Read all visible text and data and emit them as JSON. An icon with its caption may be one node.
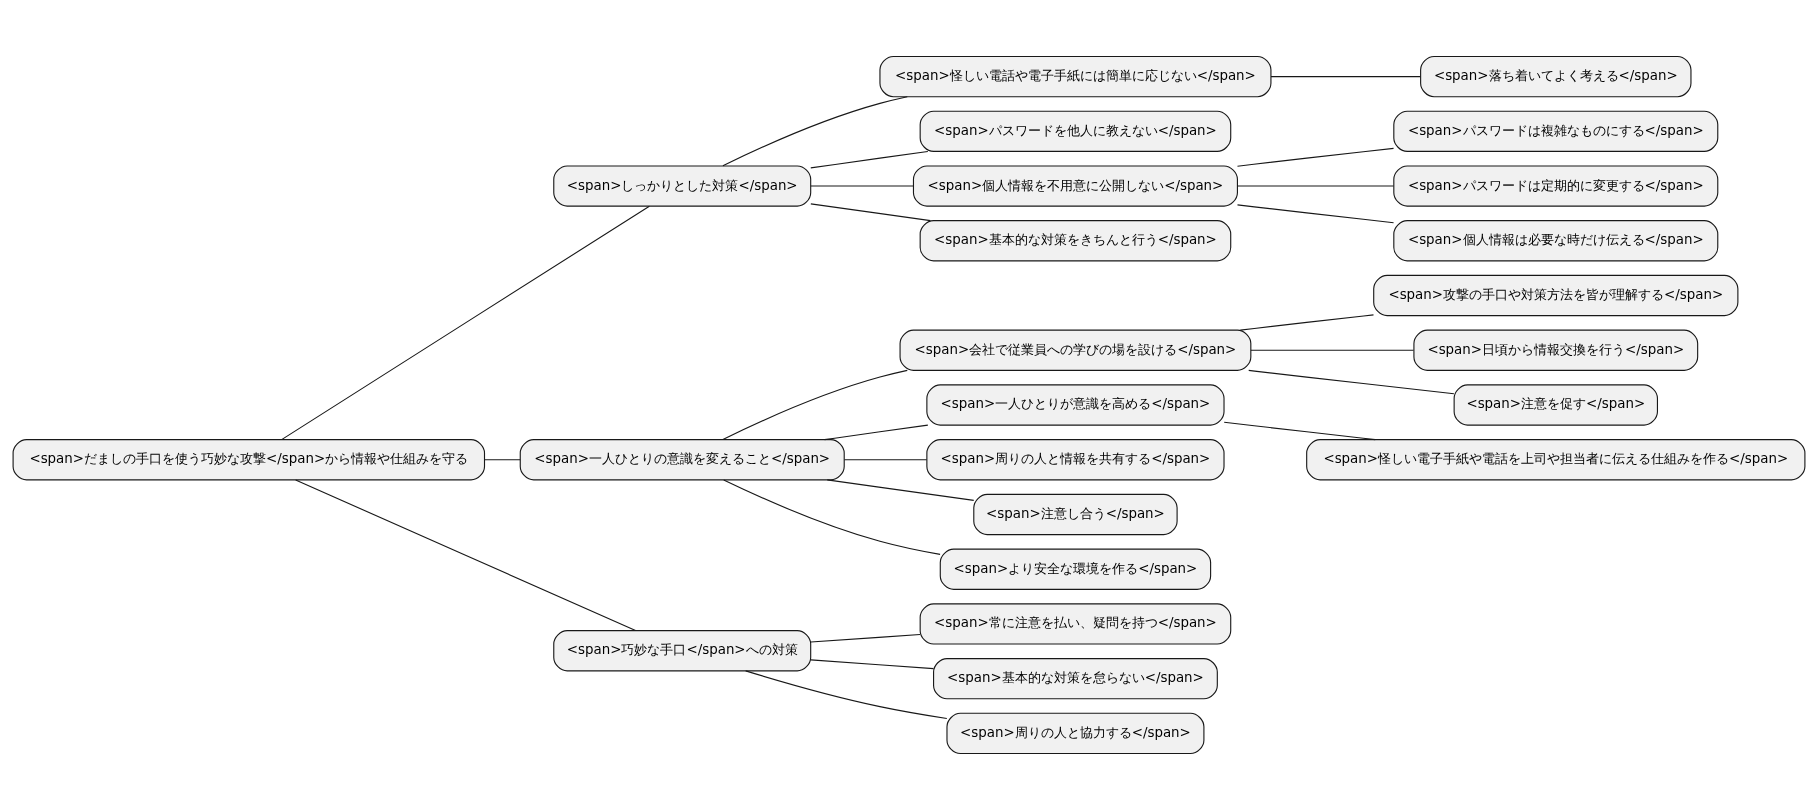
{
  "diagram": {
    "nodes": [
      {
        "text": [
          "<span>だましの手口を使う巧妙な攻撃</span>から情報や仕組みを守る"
        ]
      },
      {
        "text": [
          "<span>しっかりとした対策</span>"
        ]
      },
      {
        "text": [
          "<span>怪しい電話や電子手紙には簡単に応じない</span>"
        ]
      },
      {
        "text": [
          "<span>落ち着いてよく考える</span>"
        ]
      },
      {
        "text": [
          "<span>パスワードを他人に教えない</span>"
        ]
      },
      {
        "text": [
          "<span>個人情報を不用意に公開しない</span>"
        ]
      },
      {
        "text": [
          "<span>パスワードは複雑なものにする</span>"
        ]
      },
      {
        "text": [
          "<span>パスワードは定期的に変更する</span>"
        ]
      },
      {
        "text": [
          "<span>個人情報は必要な時だけ伝える</span>"
        ]
      },
      {
        "text": [
          "<span>基本的な対策をきちんと行う</span>"
        ]
      },
      {
        "text": [
          "<span>一人ひとりの意識を変えること</span>"
        ]
      },
      {
        "text": [
          "<span>会社で従業員への学びの場を設ける</span>"
        ]
      },
      {
        "text": [
          "<span>攻撃の手口や対策方法を皆が理解する</span>"
        ]
      },
      {
        "text": [
          "<span>日頃から情報交換を行う</span>"
        ]
      },
      {
        "text": [
          "<span>注意を促す</span>"
        ]
      },
      {
        "text": [
          "<span>一人ひとりが意識を高める</span>"
        ]
      },
      {
        "text": [
          "<span>怪しい電子手紙や電話を上司や担当者に伝える仕組みを作る</span>"
        ]
      },
      {
        "text": [
          "<span>周りの人と情報を共有する</span>"
        ]
      },
      {
        "text": [
          "<span>注意し合う</span>"
        ]
      },
      {
        "text": [
          "<span>より安全な環境を作る</span>"
        ]
      },
      {
        "text": [
          "<span>巧妙な手口</span>への対策"
        ]
      },
      {
        "text": [
          "<span>常に注意を払い、疑問を持つ</span>"
        ]
      },
      {
        "text": [
          "<span>基本的な対策を怠らない</span>"
        ]
      },
      {
        "text": [
          "<span>周りの人と協力する</span>"
        ]
      }
    ],
    "edges": [
      {
        "from": 0,
        "to": 1,
        "arrow": "none"
      },
      {
        "from": 1,
        "to": 2,
        "arrow": "none"
      },
      {
        "from": 2,
        "to": 3,
        "arrow": "none"
      },
      {
        "from": 1,
        "to": 4,
        "arrow": "none"
      },
      {
        "from": 1,
        "to": 5,
        "arrow": "none"
      },
      {
        "from": 5,
        "to": 6,
        "arrow": "none"
      },
      {
        "from": 5,
        "to": 7,
        "arrow": "none"
      },
      {
        "from": 5,
        "to": 8,
        "arrow": "none"
      },
      {
        "from": 1,
        "to": 9,
        "arrow": "none"
      },
      {
        "from": 0,
        "to": 10,
        "arrow": "none"
      },
      {
        "from": 10,
        "to": 11,
        "arrow": "none"
      },
      {
        "from": 11,
        "to": 12,
        "arrow": "none"
      },
      {
        "from": 11,
        "to": 13,
        "arrow": "none"
      },
      {
        "from": 11,
        "to": 14,
        "arrow": "none"
      },
      {
        "from": 10,
        "to": 15,
        "arrow": "none"
      },
      {
        "from": 15,
        "to": 16,
        "arrow": "none"
      },
      {
        "from": 10,
        "to": 17,
        "arrow": "none"
      },
      {
        "from": 10,
        "to": 18,
        "arrow": "none"
      },
      {
        "from": 10,
        "to": 19,
        "arrow": "none"
      },
      {
        "from": 0,
        "to": 20,
        "arrow": "none"
      },
      {
        "from": 20,
        "to": 21,
        "arrow": "none"
      },
      {
        "from": 20,
        "to": 22,
        "arrow": "none"
      },
      {
        "from": 20,
        "to": 23,
        "arrow": "none"
      }
    ]
  }
}
